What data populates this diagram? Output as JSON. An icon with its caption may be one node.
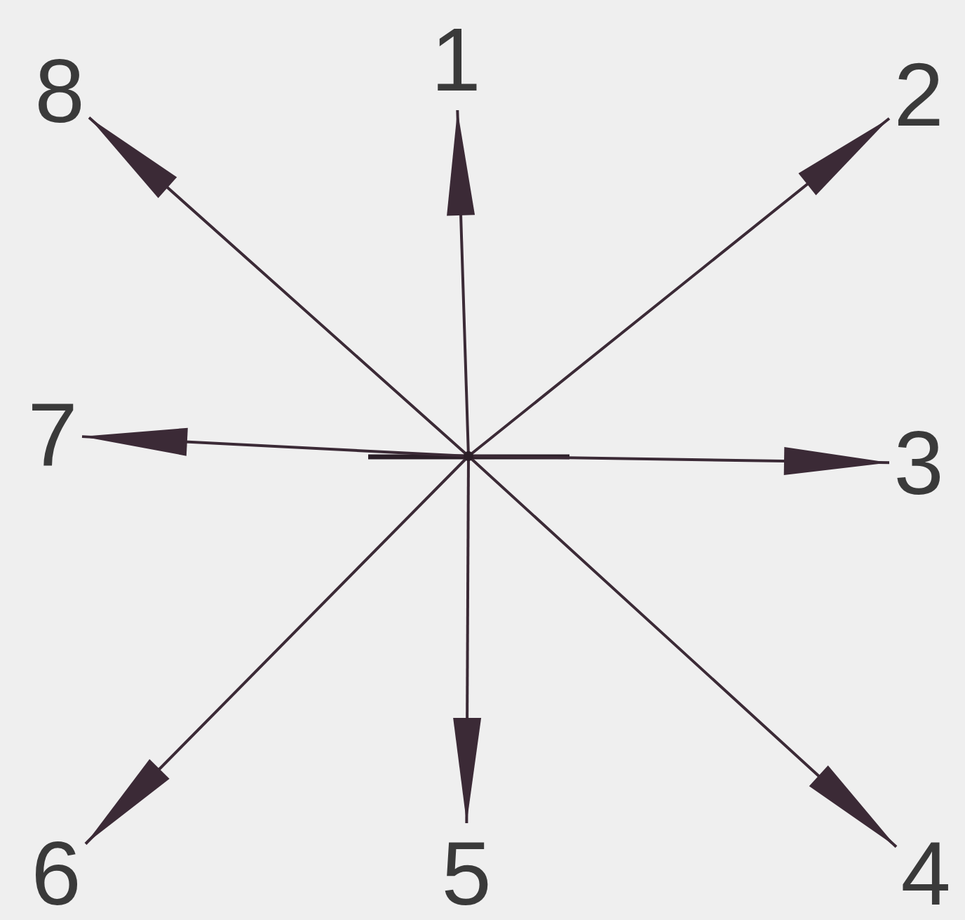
{
  "diagram": {
    "nodes": [
      {
        "text": [
          "8"
        ]
      },
      {
        "text": [
          "1"
        ]
      },
      {
        "text": [
          "2"
        ]
      },
      {
        "text": [
          "7"
        ]
      },
      {
        "text": [
          "3"
        ]
      },
      {
        "text": [
          "6"
        ]
      },
      {
        "text": [
          "5"
        ]
      },
      {
        "text": [
          "4"
        ]
      }
    ],
    "edges": [
      {
        "from": null,
        "to": 1,
        "arrow": "to"
      },
      {
        "from": null,
        "to": 2,
        "arrow": "to"
      },
      {
        "from": null,
        "to": 4,
        "arrow": "to"
      },
      {
        "from": null,
        "to": 7,
        "arrow": "to"
      },
      {
        "from": null,
        "to": 6,
        "arrow": "to"
      },
      {
        "from": null,
        "to": 5,
        "arrow": "to"
      },
      {
        "from": null,
        "to": 3,
        "arrow": "to"
      },
      {
        "from": null,
        "to": 0,
        "arrow": "to"
      }
    ]
  }
}
